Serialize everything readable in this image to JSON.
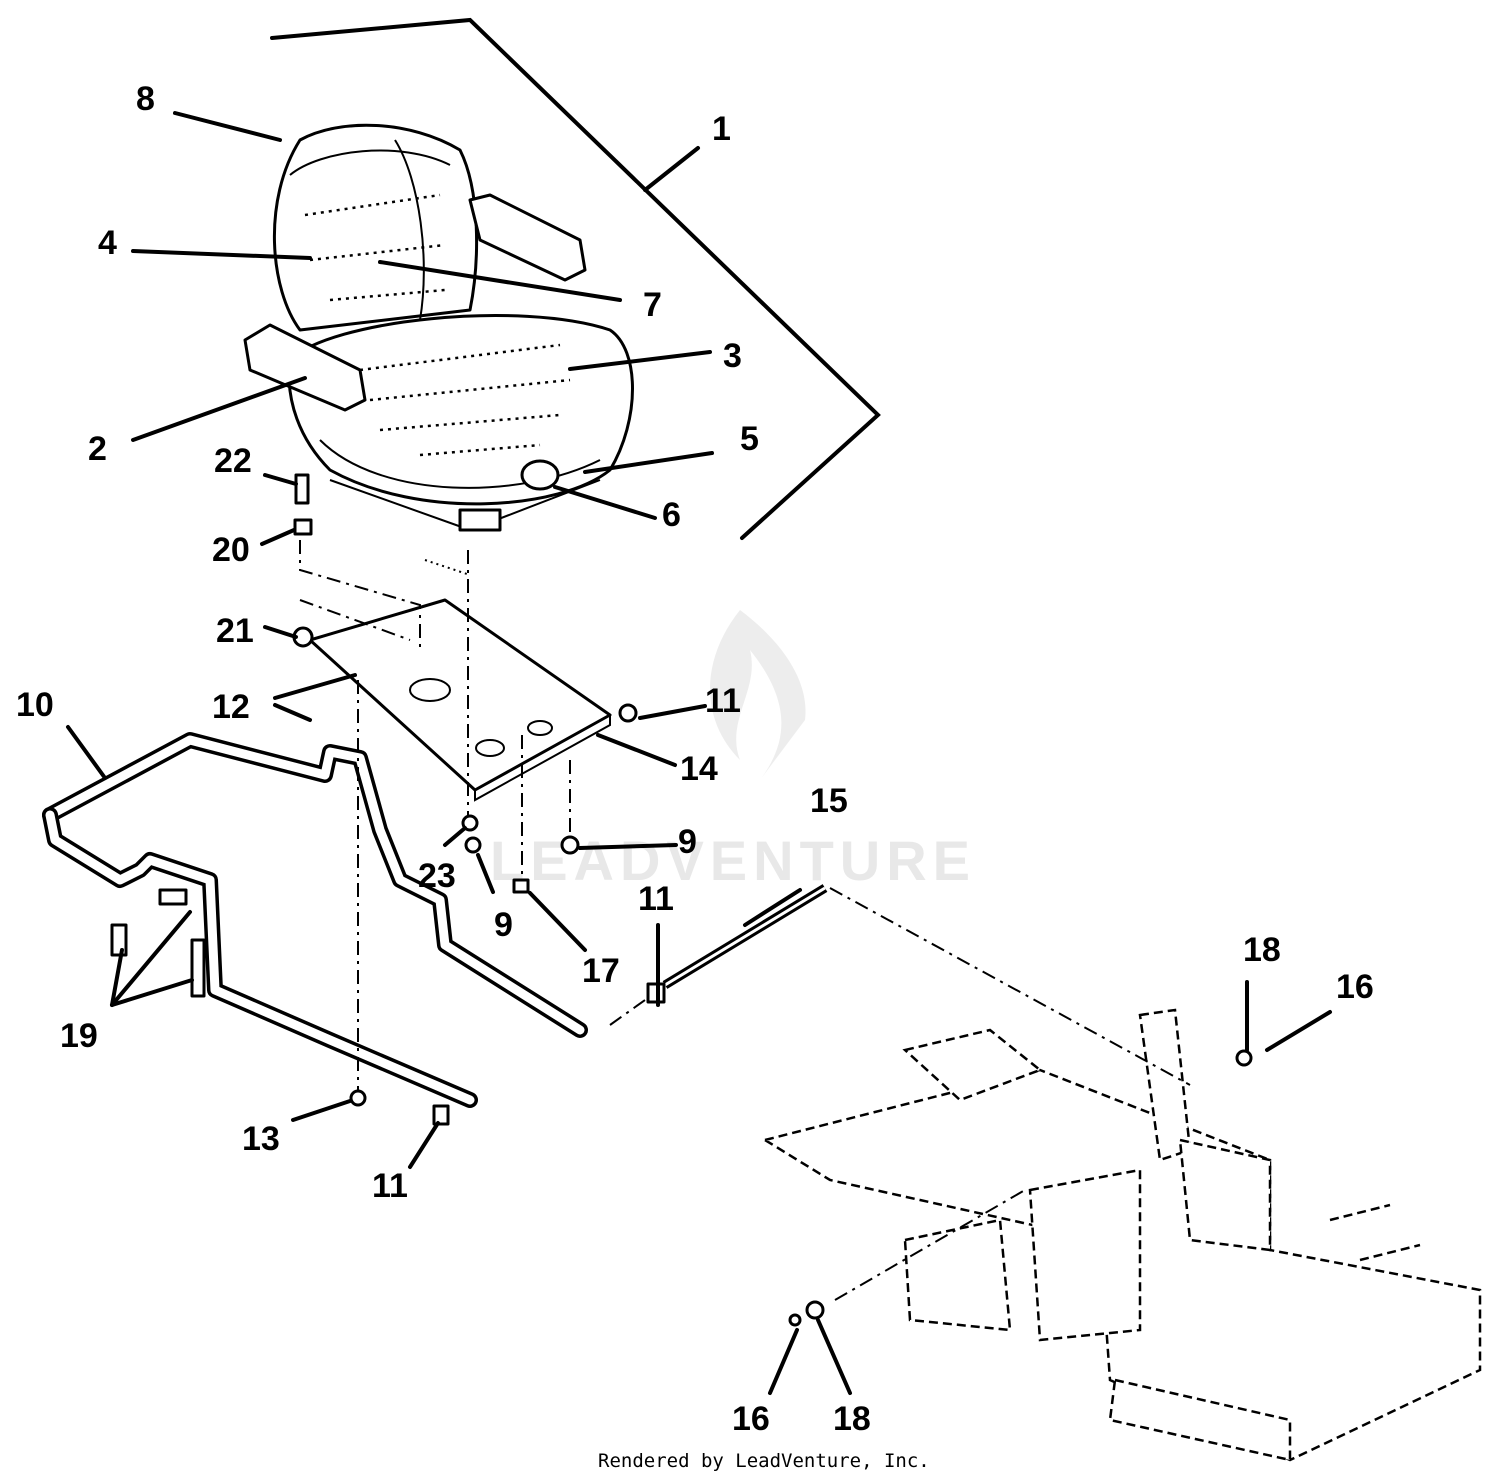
{
  "footer_credit": "Rendered by LeadVenture, Inc.",
  "watermark_text": "LEADVENTURE",
  "callouts": [
    {
      "id": "c1",
      "label": "1"
    },
    {
      "id": "c2",
      "label": "2"
    },
    {
      "id": "c3",
      "label": "3"
    },
    {
      "id": "c4",
      "label": "4"
    },
    {
      "id": "c5",
      "label": "5"
    },
    {
      "id": "c6",
      "label": "6"
    },
    {
      "id": "c7",
      "label": "7"
    },
    {
      "id": "c8",
      "label": "8"
    },
    {
      "id": "c9a",
      "label": "9"
    },
    {
      "id": "c9b",
      "label": "9"
    },
    {
      "id": "c10",
      "label": "10"
    },
    {
      "id": "c11a",
      "label": "11"
    },
    {
      "id": "c11b",
      "label": "11"
    },
    {
      "id": "c11c",
      "label": "11"
    },
    {
      "id": "c12",
      "label": "12"
    },
    {
      "id": "c13",
      "label": "13"
    },
    {
      "id": "c14",
      "label": "14"
    },
    {
      "id": "c15",
      "label": "15"
    },
    {
      "id": "c16a",
      "label": "16"
    },
    {
      "id": "c16b",
      "label": "16"
    },
    {
      "id": "c17",
      "label": "17"
    },
    {
      "id": "c18a",
      "label": "18"
    },
    {
      "id": "c18b",
      "label": "18"
    },
    {
      "id": "c19",
      "label": "19"
    },
    {
      "id": "c20",
      "label": "20"
    },
    {
      "id": "c21",
      "label": "21"
    },
    {
      "id": "c22",
      "label": "22"
    },
    {
      "id": "c23",
      "label": "23"
    }
  ]
}
